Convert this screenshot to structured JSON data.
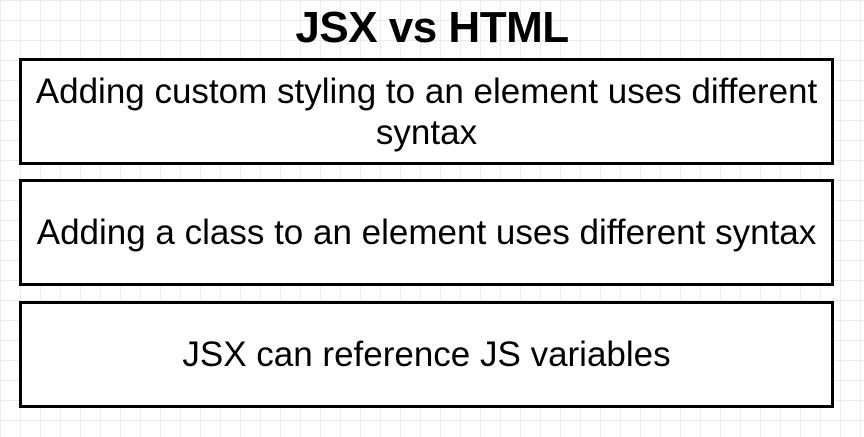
{
  "title": "JSX vs HTML",
  "boxes": [
    {
      "text": "Adding custom styling to an element uses different syntax"
    },
    {
      "text": "Adding a class to an element uses different syntax"
    },
    {
      "text": "JSX can reference JS variables"
    }
  ]
}
